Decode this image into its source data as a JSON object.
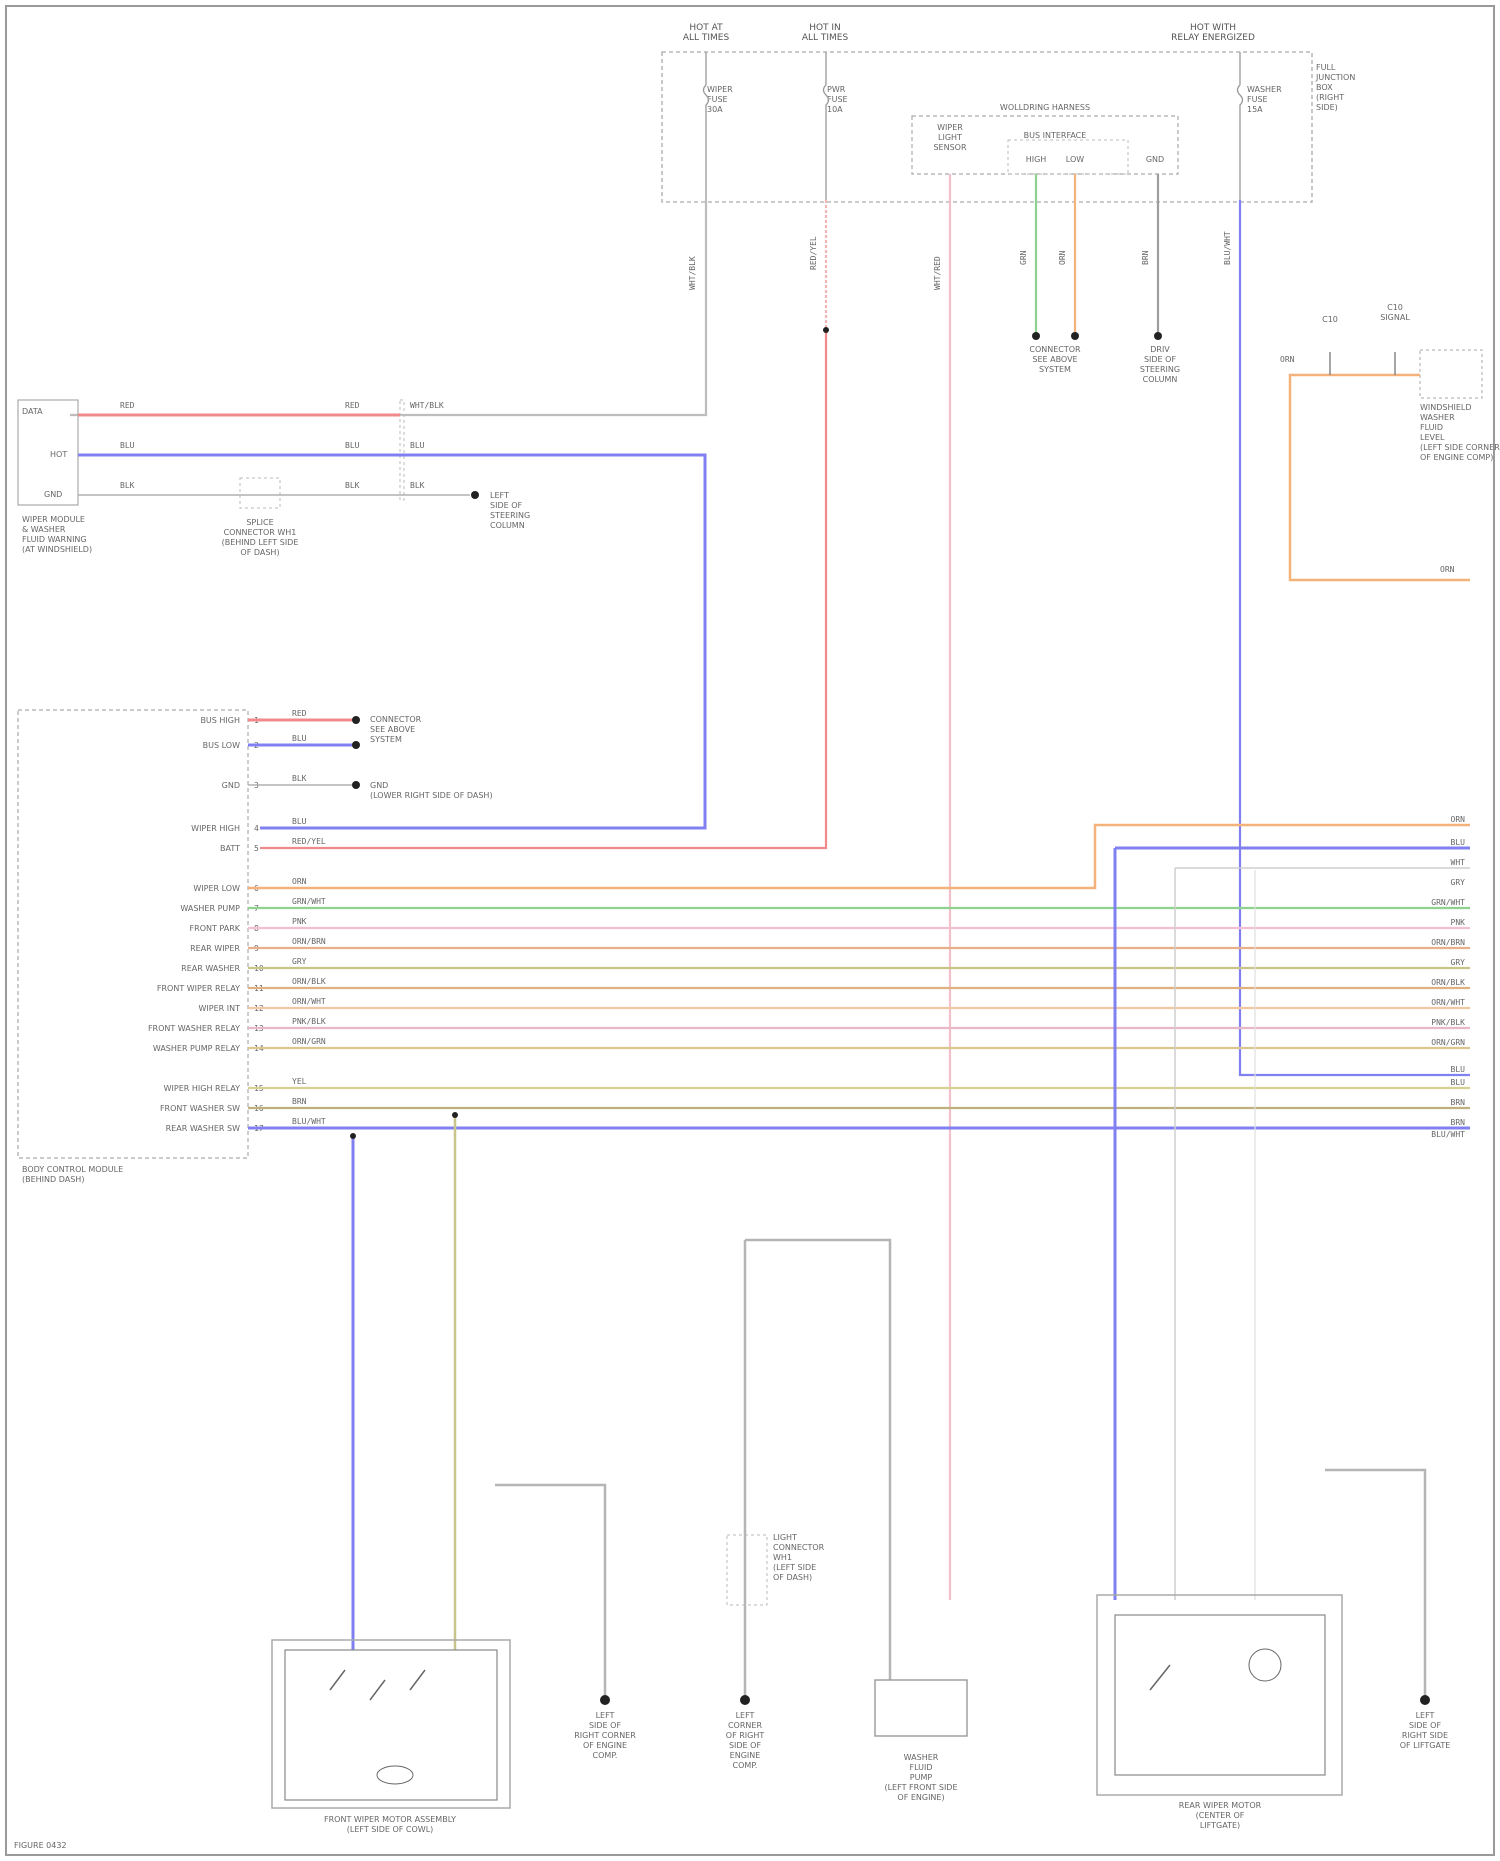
{
  "diagram_code": "FIGURE 0432",
  "top_blocks": {
    "hot_start": "HOT AT\nALL TIMES",
    "hot_run": "HOT IN\nALL TIMES",
    "hot_ign": "HOT WITH\nRELAY ENERGIZED",
    "fuse_left": "WIPER\nFUSE\n30A",
    "fuse_mid": "PWR\nFUSE\n10A",
    "fuse_right": "WASHER\nFUSE\n15A",
    "junction": "FULL\nJUNCTION\nBOX\n(RIGHT\nSIDE)",
    "wiring_harness": "WOLLDRING HARNESS",
    "rain_sensor": "WIPER\nLIGHT\nSENSOR",
    "bus_title": "BUS INTERFACE",
    "bus_hi": "HIGH",
    "bus_lo": "LOW",
    "gnd_label": "GND"
  },
  "top_wires": {
    "w1": "WHT/BLK",
    "w2": "RED/YEL",
    "w3": "WHT/RED",
    "w4": "GRN",
    "w5": "ORN",
    "w6": "BRN",
    "w7": "BLU/WHT"
  },
  "top_grounds": {
    "g1": "CONNECTOR\nSEE ABOVE\nSYSTEM",
    "g2": "DRIV\nSIDE OF\nSTEERING\nCOLUMN"
  },
  "left_connector": {
    "title": "WIPER MODULE\n& WASHER\nFLUID WARNING\n(AT WINDSHIELD)",
    "pin1": "DATA",
    "pin2": "HOT",
    "pin3": "GND",
    "w_red": "RED",
    "w_blu": "BLU",
    "w_blk": "BLK",
    "term_label": "WHT/BLK",
    "splice": "SPLICE\nCONNECTOR WH1\n(BEHIND LEFT SIDE\nOF DASH)",
    "ground": "LEFT\nSIDE OF\nSTEERING\nCOLUMN"
  },
  "right_upper": {
    "l1": "C10",
    "l2": "C10\nSIGNAL",
    "w_orn": "ORN",
    "box": "WINDSHIELD\nWASHER\nFLUID\nLEVEL\n(LEFT SIDE CORNER\nOF ENGINE COMP)",
    "out_label": "ORN"
  },
  "module": {
    "title": "BODY CONTROL MODULE\n(BEHIND DASH)",
    "pins": [
      {
        "label": "BUS HIGH",
        "wire": "RED"
      },
      {
        "label": "BUS LOW",
        "wire": "BLU"
      },
      {
        "label": "GND",
        "wire": "BLK"
      },
      {
        "label": "WIPER HIGH",
        "wire": "BLU"
      },
      {
        "label": "BATT",
        "wire": "RED/YEL"
      },
      {
        "label": "WIPER LOW",
        "wire": "ORN"
      },
      {
        "label": "WASHER PUMP",
        "wire": "GRN/WHT"
      },
      {
        "label": "FRONT PARK",
        "wire": "PNK"
      },
      {
        "label": "REAR WIPER",
        "wire": "ORN/BRN"
      },
      {
        "label": "REAR WASHER",
        "wire": "GRY"
      },
      {
        "label": "FRONT WIPER RELAY",
        "wire": "ORN/BLK"
      },
      {
        "label": "WIPER INT",
        "wire": "ORN/WHT"
      },
      {
        "label": "FRONT WASHER RELAY",
        "wire": "PNK/BLK"
      },
      {
        "label": "WASHER PUMP RELAY",
        "wire": "ORN/GRN"
      },
      {
        "label": "WIPER HIGH RELAY",
        "wire": "YEL"
      },
      {
        "label": "FRONT WASHER SW",
        "wire": "BRN"
      },
      {
        "label": "REAR WASHER SW",
        "wire": "BLU/WHT"
      }
    ],
    "side_ground": "CONNECTOR\nSEE ABOVE\nSYSTEM",
    "gnd_desc": "GND\n(LOWER RIGHT SIDE OF DASH)"
  },
  "right_bus_labels": [
    "ORN",
    "BLU",
    "WHT",
    "GRY",
    "GRN/WHT",
    "PNK",
    "ORN/BRN",
    "GRY",
    "ORN/BLK",
    "ORN/WHT",
    "PNK/BLK",
    "ORN/GRN",
    "BLU",
    "BLU",
    "BRN",
    "BRN",
    "BLU/WHT"
  ],
  "bottom": {
    "motor": "FRONT WIPER MOTOR ASSEMBLY\n(LEFT SIDE OF COWL)",
    "g_mid1": "LEFT\nSIDE OF\nRIGHT CORNER\nOF ENGINE\nCOMP.",
    "g_mid2": "LEFT\nCORNER\nOF RIGHT\nSIDE OF\nENGINE\nCOMP.",
    "pump": "WASHER\nFLUID\nPUMP\n(LEFT FRONT SIDE\nOF ENGINE)",
    "rear": "REAR WIPER MOTOR\n(CENTER OF\nLIFTGATE)",
    "g_right": "LEFT\nSIDE OF\nRIGHT SIDE\nOF LIFTGATE",
    "splice": "LIGHT\nCONNECTOR\nWH1\n(LEFT SIDE\nOF DASH)"
  },
  "wire_colors": {
    "red": "#f08a8a",
    "blue": "#8080f0",
    "orange": "#f2b27a",
    "green": "#8fd18f",
    "pink": "#f2c0d0",
    "olive": "#c8c48a",
    "gray": "#b5b5b5",
    "tan": "#d8c8a0"
  }
}
